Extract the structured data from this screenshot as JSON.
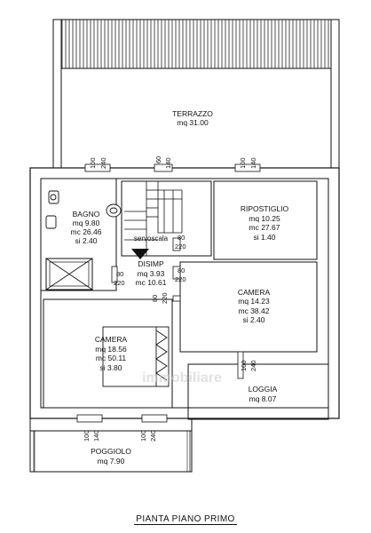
{
  "plan": {
    "title": "PIANTA PIANO PRIMO",
    "watermark": "immobiliare",
    "rooms": {
      "terrazzo": {
        "name": "TERRAZZO",
        "mq": "mq 31.00"
      },
      "bagno": {
        "name": "BAGNO",
        "mq": "mq 9.80",
        "mc": "mc 26.46",
        "si": "si 2.40"
      },
      "ripostiglio": {
        "name": "RIPOSTIGLIO",
        "mq": "mq 10.25",
        "mc": "mc 27.67",
        "si": "si 1.40"
      },
      "disimp": {
        "name": "DISIMP",
        "mq": "mq 3.93",
        "mc": "mc 10.61"
      },
      "servoscala": {
        "name": "servoscala"
      },
      "camera_right": {
        "name": "CAMERA",
        "mq": "mq 14.23",
        "mc": "mc 38.42",
        "si": "si 2.40"
      },
      "camera_left": {
        "name": "CAMERA",
        "mq": "mq 18.56",
        "mc": "mc 50.11",
        "si": "si 3.80"
      },
      "loggia": {
        "name": "LOGGIA",
        "mq": "mq 8.07"
      },
      "poggiolo": {
        "name": "POGGIOLO",
        "mq": "mq 7.90"
      }
    },
    "dims": {
      "d100_a": "100",
      "d240_a": "240",
      "d60": "60",
      "d140_b": "140",
      "d100_c": "100",
      "d140_c": "140",
      "d80_a": "80",
      "d220_a": "220",
      "d80_b": "80",
      "d220_b": "220",
      "d80_c": "80",
      "d220_c": "220",
      "d80_d": "80",
      "d220_d": "220",
      "d100_e": "100",
      "d240_e": "240",
      "d100_f": "100",
      "d140_f": "140",
      "d100_g": "100",
      "d240_g": "240"
    }
  }
}
